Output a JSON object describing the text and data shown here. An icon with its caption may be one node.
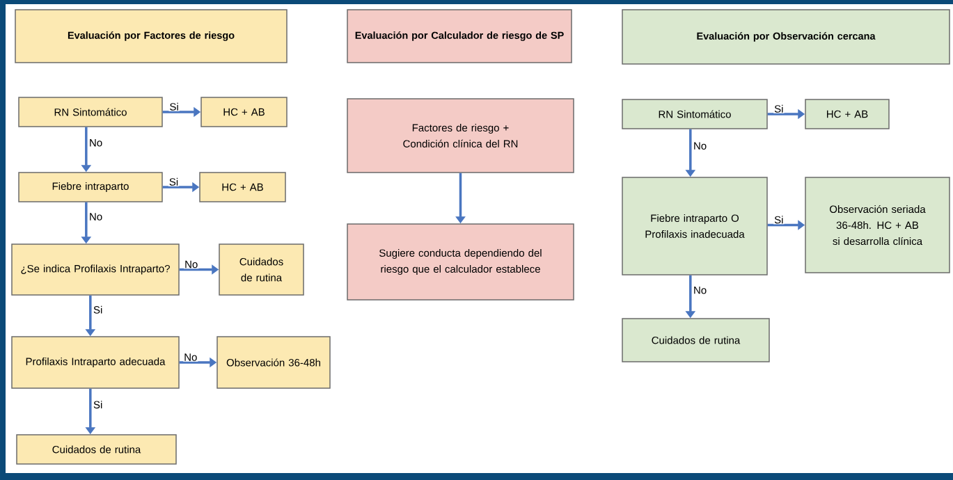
{
  "diagram": {
    "nodes": [
      {
        "text": [
          "Evaluación por Factores de riesgo"
        ]
      },
      {
        "text": [
          "RN Sintomático"
        ]
      },
      {
        "text": [
          "HC + AB"
        ]
      },
      {
        "text": [
          "Fiebre intraparto"
        ]
      },
      {
        "text": [
          "HC + AB"
        ]
      },
      {
        "text": [
          "¿Se indica Profilaxis Intraparto?"
        ]
      },
      {
        "text": [
          "Cuidados de rutina"
        ]
      },
      {
        "text": [
          "Profilaxis Intraparto adecuada"
        ]
      },
      {
        "text": [
          "Observación 36-48h"
        ]
      },
      {
        "text": [
          "Cuidados de rutina"
        ]
      },
      {
        "text": [
          "Evaluación por Calculador de riesgo de SP"
        ]
      },
      {
        "text": [
          "Factores de riesgo + Condición clínica del RN"
        ]
      },
      {
        "text": [
          "Sugiere conducta dependiendo del riesgo que el calculador establece"
        ]
      },
      {
        "text": [
          "Evaluación por Observación cercana"
        ]
      },
      {
        "text": [
          "RN Sintomático"
        ]
      },
      {
        "text": [
          "HC + AB"
        ]
      },
      {
        "text": [
          "Fiebre intraparto O Profilaxis inadecuada"
        ]
      },
      {
        "text": [
          "Observación seriada 36-48h. HC + AB si desarrolla clínica"
        ]
      },
      {
        "text": [
          "Cuidados de rutina"
        ]
      }
    ],
    "edges": [
      {
        "from": 1,
        "to": 2,
        "arrow": "to",
        "label": "Si"
      },
      {
        "from": 1,
        "to": 3,
        "arrow": "to",
        "label": "No"
      },
      {
        "from": 3,
        "to": 4,
        "arrow": "to",
        "label": "Si"
      },
      {
        "from": 3,
        "to": 5,
        "arrow": "to",
        "label": "No"
      },
      {
        "from": 5,
        "to": 6,
        "arrow": "to",
        "label": "No"
      },
      {
        "from": 5,
        "to": 7,
        "arrow": "to",
        "label": "Si"
      },
      {
        "from": 7,
        "to": 8,
        "arrow": "to",
        "label": "No"
      },
      {
        "from": 7,
        "to": 9,
        "arrow": "to",
        "label": "Si"
      },
      {
        "from": 11,
        "to": 12,
        "arrow": "to"
      },
      {
        "from": 14,
        "to": 15,
        "arrow": "to",
        "label": "Si"
      },
      {
        "from": 14,
        "to": 16,
        "arrow": "to",
        "label": "No"
      },
      {
        "from": 16,
        "to": 17,
        "arrow": "to",
        "label": "Si"
      },
      {
        "from": 16,
        "to": 18,
        "arrow": "to",
        "label": "No"
      }
    ]
  }
}
